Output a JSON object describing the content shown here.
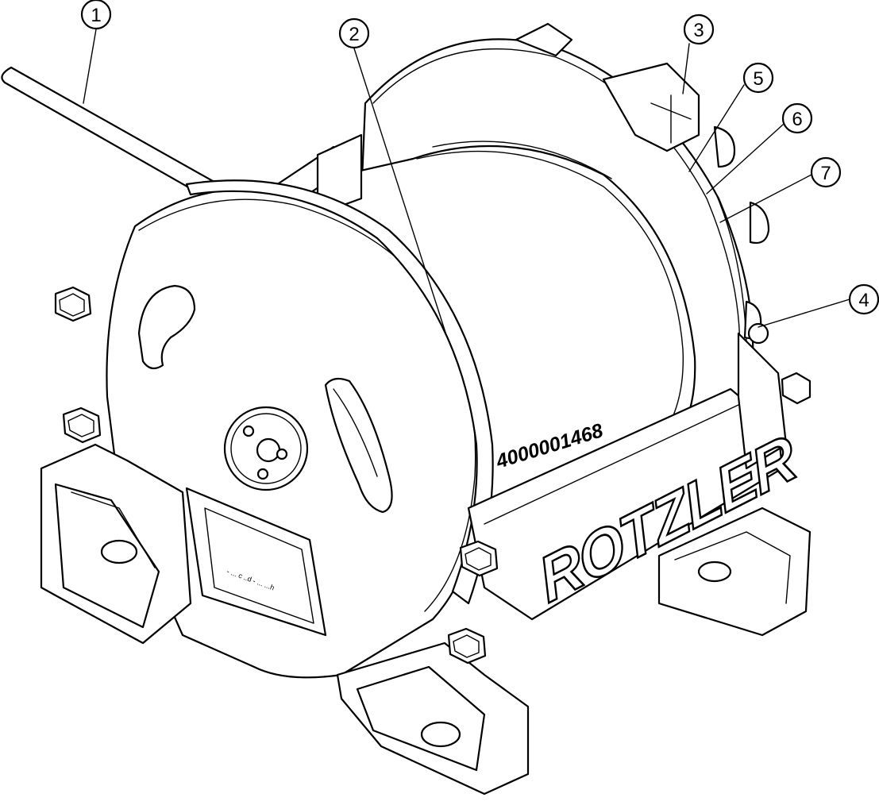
{
  "callouts": [
    {
      "label": "1"
    },
    {
      "label": "2"
    },
    {
      "label": "3"
    },
    {
      "label": "4"
    },
    {
      "label": "5"
    },
    {
      "label": "6"
    },
    {
      "label": "7"
    }
  ],
  "drum": {
    "serial_number": "4000001468"
  },
  "frame": {
    "brand_text": "ROTZLER"
  },
  "nameplate": {
    "line1": "- ... c ..d  - ... ...h"
  }
}
